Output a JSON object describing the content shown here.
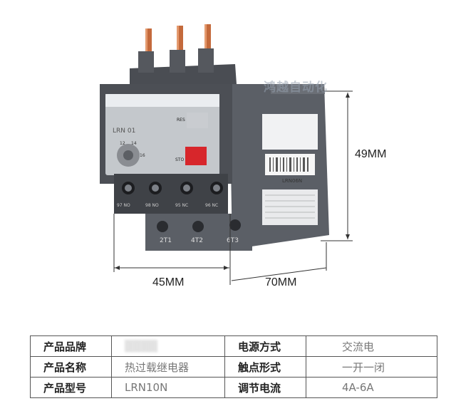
{
  "watermark": "鸿越自动化",
  "dimensions": {
    "height": "49MM",
    "width_front": "45MM",
    "depth": "70MM"
  },
  "device": {
    "front_label": "LRN 01",
    "label_model": "LRN06N",
    "reset_label": "RES",
    "stop_label": "STO",
    "dial_numbers": [
      "12",
      "14",
      "16"
    ],
    "terminals_top": [
      "97 NO",
      "98 NO",
      "95 NC",
      "96 NC"
    ],
    "terminals_bottom": [
      "2T1",
      "4T2",
      "6T3"
    ]
  },
  "spec_table": {
    "rows": [
      {
        "k1": "产品品牌",
        "v1": "",
        "k2": "电源方式",
        "v2": "交流电"
      },
      {
        "k1": "产品名称",
        "v1": "热过载继电器",
        "k2": "触点形式",
        "v2": "一开一闭"
      },
      {
        "k1": "产品型号",
        "v1": "LRN10N",
        "k2": "调节电流",
        "v2": "4A-6A"
      }
    ]
  },
  "colors": {
    "body": "#5b5f66",
    "body_dark": "#3f4247",
    "copper": "#c46a3c",
    "red_button": "#d7262b",
    "cover": "#d9dde2"
  }
}
